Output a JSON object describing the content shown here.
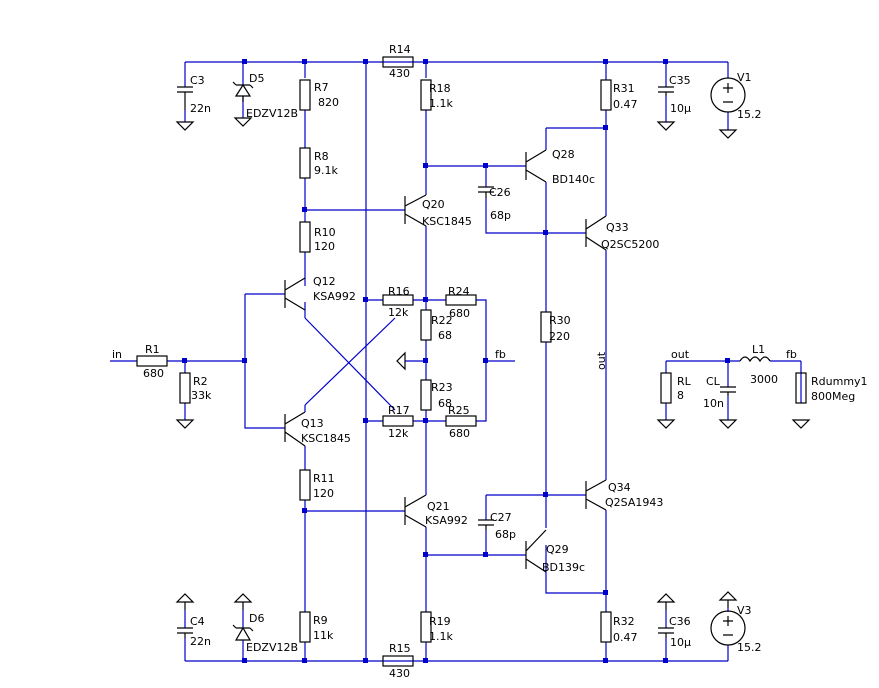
{
  "components": {
    "C3": {
      "ref": "C3",
      "value": "22n"
    },
    "C4": {
      "ref": "C4",
      "value": "22n"
    },
    "D5": {
      "ref": "D5",
      "value": "EDZV12B"
    },
    "D6": {
      "ref": "D6",
      "value": "EDZV12B"
    },
    "R7": {
      "ref": "R7",
      "value": "820"
    },
    "R8": {
      "ref": "R8",
      "value": "9.1k"
    },
    "R10": {
      "ref": "R10",
      "value": "120"
    },
    "R11": {
      "ref": "R11",
      "value": "120"
    },
    "R9": {
      "ref": "R9",
      "value": "11k"
    },
    "R14": {
      "ref": "R14",
      "value": "430"
    },
    "R15": {
      "ref": "R15",
      "value": "430"
    },
    "R18": {
      "ref": "R18",
      "value": "1.1k"
    },
    "R19": {
      "ref": "R19",
      "value": "1.1k"
    },
    "R31": {
      "ref": "R31",
      "value": "0.47"
    },
    "R32": {
      "ref": "R32",
      "value": "0.47"
    },
    "C35": {
      "ref": "C35",
      "value": "10µ"
    },
    "C36": {
      "ref": "C36",
      "value": "10µ"
    },
    "V1": {
      "ref": "V1",
      "value": "15.2"
    },
    "V3": {
      "ref": "V3",
      "value": "15.2"
    },
    "Q12": {
      "ref": "Q12",
      "value": "KSA992"
    },
    "Q13": {
      "ref": "Q13",
      "value": "KSC1845"
    },
    "Q20": {
      "ref": "Q20",
      "value": "KSC1845"
    },
    "Q21": {
      "ref": "Q21",
      "value": "KSA992"
    },
    "Q28": {
      "ref": "Q28",
      "value": "BD140c"
    },
    "Q29": {
      "ref": "Q29",
      "value": "BD139c"
    },
    "Q33": {
      "ref": "Q33",
      "value": "Q2SC5200"
    },
    "Q34": {
      "ref": "Q34",
      "value": "Q2SA1943"
    },
    "C26": {
      "ref": "C26",
      "value": "68p"
    },
    "C27": {
      "ref": "C27",
      "value": "68p"
    },
    "R16": {
      "ref": "R16",
      "value": "12k"
    },
    "R17": {
      "ref": "R17",
      "value": "12k"
    },
    "R24": {
      "ref": "R24",
      "value": "680"
    },
    "R25": {
      "ref": "R25",
      "value": "680"
    },
    "R22": {
      "ref": "R22",
      "value": "68"
    },
    "R23": {
      "ref": "R23",
      "value": "68"
    },
    "R30": {
      "ref": "R30",
      "value": "220"
    },
    "R1": {
      "ref": "R1",
      "value": "680"
    },
    "R2": {
      "ref": "R2",
      "value": "33k"
    },
    "RL": {
      "ref": "RL",
      "value": "8"
    },
    "CL": {
      "ref": "CL",
      "value": "10n"
    },
    "L1": {
      "ref": "L1",
      "value": "3000"
    },
    "Rdummy1": {
      "ref": "Rdummy1",
      "value": "800Meg"
    }
  },
  "nets": {
    "in": "in",
    "fb": "fb",
    "out": "out"
  }
}
